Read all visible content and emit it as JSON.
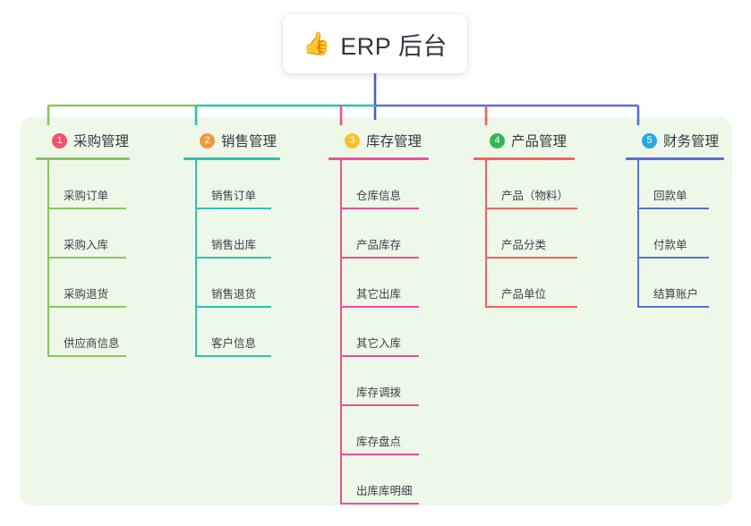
{
  "root": {
    "icon": "thumbs-up-icon",
    "emoji": "👍",
    "title": "ERP 后台"
  },
  "theme": {
    "page_bg": "#ffffff",
    "panel_bg": "#eef8e9",
    "card_bg": "#ffffff",
    "title_color": "#2f3640",
    "stem_color": "#4e5fc4"
  },
  "columns": [
    {
      "number": "1",
      "title": "采购管理",
      "badge_color": "#f4516c",
      "line_color": "#8cc462",
      "items": [
        {
          "label": "采购订单"
        },
        {
          "label": "采购入库"
        },
        {
          "label": "采购退货"
        },
        {
          "label": "供应商信息"
        }
      ]
    },
    {
      "number": "2",
      "title": "销售管理",
      "badge_color": "#f2983c",
      "line_color": "#2fc1b4",
      "items": [
        {
          "label": "销售订单"
        },
        {
          "label": "销售出库"
        },
        {
          "label": "销售退货"
        },
        {
          "label": "客户信息"
        }
      ]
    },
    {
      "number": "3",
      "title": "库存管理",
      "badge_color": "#f8c12c",
      "line_color": "#ef4d9c",
      "items": [
        {
          "label": "仓库信息"
        },
        {
          "label": "产品库存"
        },
        {
          "label": "其它出库"
        },
        {
          "label": "其它入库"
        },
        {
          "label": "库存调拨"
        },
        {
          "label": "库存盘点"
        },
        {
          "label": "出库库明细"
        }
      ]
    },
    {
      "number": "4",
      "title": "产品管理",
      "badge_color": "#34b657",
      "line_color": "#f4615f",
      "items": [
        {
          "label": "产品（物料）"
        },
        {
          "label": "产品分类"
        },
        {
          "label": "产品单位"
        }
      ]
    },
    {
      "number": "5",
      "title": "财务管理",
      "badge_color": "#29a8e0",
      "line_color": "#5a6fd4",
      "items": [
        {
          "label": "回款单"
        },
        {
          "label": "付款单"
        },
        {
          "label": "结算账户"
        }
      ]
    }
  ]
}
